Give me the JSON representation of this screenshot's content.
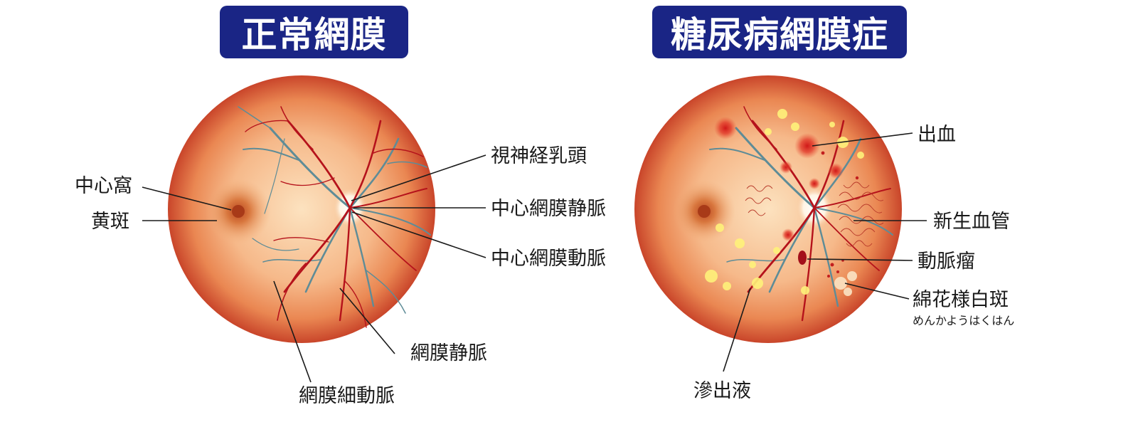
{
  "titles": {
    "normal": "正常網膜",
    "diabetic": "糖尿病網膜症"
  },
  "normal_labels": {
    "fovea": "中心窩",
    "macula": "黄斑",
    "optic_disc": "視神経乳頭",
    "central_retinal_vein": "中心網膜静脈",
    "central_retinal_artery": "中心網膜動脈",
    "retinal_vein": "網膜静脈",
    "retinal_arteriole": "網膜細動脈"
  },
  "diabetic_labels": {
    "hemorrhage": "出血",
    "neovascularization": "新生血管",
    "microaneurysm": "動脈瘤",
    "cotton_wool_spots": "綿花様白斑",
    "cotton_wool_spots_reading": "めんかようはくはん",
    "exudate": "滲出液"
  },
  "colors": {
    "title_bg": "#1a2585",
    "artery": "#b5121b",
    "vein": "#5e8c97",
    "retina_outer": "#c94a2a",
    "retina_inner": "#fbd7ad",
    "exudate": "#fff27a"
  }
}
